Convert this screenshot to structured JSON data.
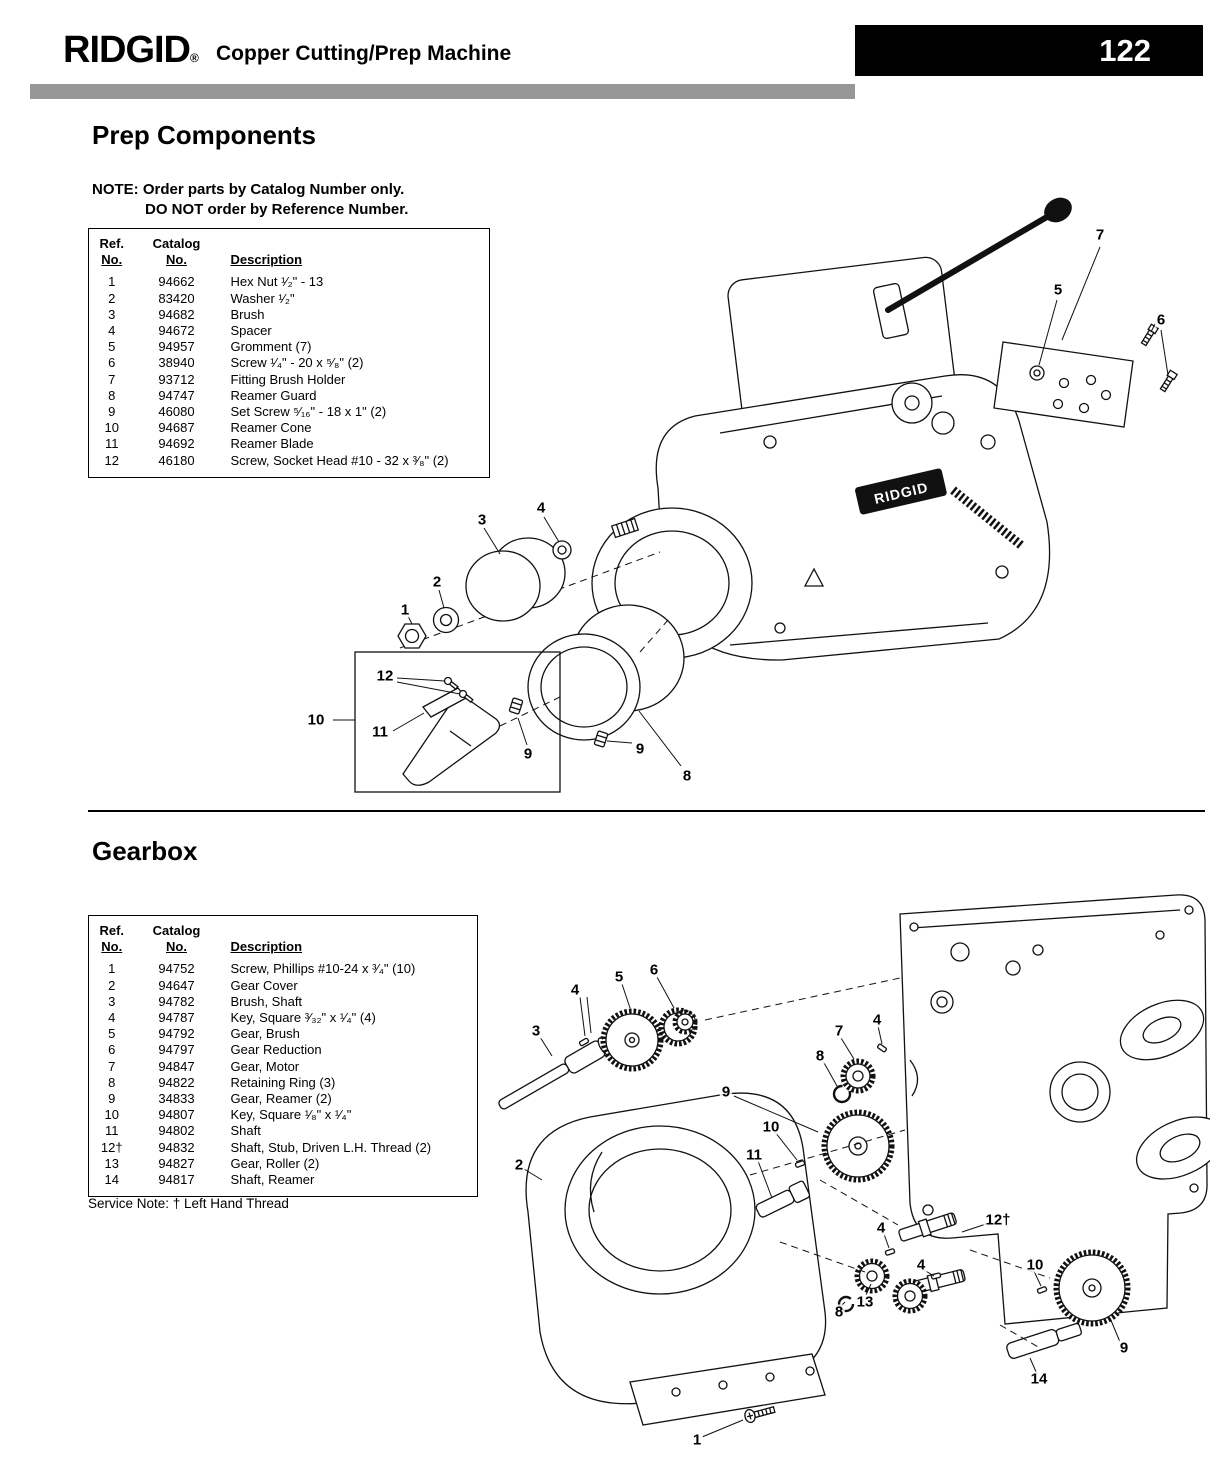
{
  "header": {
    "logo": "RIDGID",
    "logo_reg": "®",
    "title": "Copper Cutting/Prep Machine",
    "page_number": "122"
  },
  "prep": {
    "heading": "Prep Components",
    "note_line1": "NOTE: Order parts by Catalog Number only.",
    "note_line2": "DO NOT order by Reference Number.",
    "machine_label": "RIDGID",
    "table": {
      "headers": {
        "ref_top": "Ref.",
        "ref_bottom": "No.",
        "catalog_top": "Catalog",
        "catalog_bottom": "No.",
        "description": "Description"
      },
      "rows": [
        {
          "ref": "1",
          "catalog": "94662",
          "desc": "Hex Nut ¹⁄₂\" - 13"
        },
        {
          "ref": "2",
          "catalog": "83420",
          "desc": "Washer ¹⁄₂\""
        },
        {
          "ref": "3",
          "catalog": "94682",
          "desc": "Brush"
        },
        {
          "ref": "4",
          "catalog": "94672",
          "desc": "Spacer"
        },
        {
          "ref": "5",
          "catalog": "94957",
          "desc": "Gromment  (7)"
        },
        {
          "ref": "6",
          "catalog": "38940",
          "desc": "Screw ¹⁄₄\" - 20 x ⁵⁄₈\" (2)"
        },
        {
          "ref": "7",
          "catalog": "93712",
          "desc": "Fitting Brush Holder"
        },
        {
          "ref": "8",
          "catalog": "94747",
          "desc": "Reamer Guard"
        },
        {
          "ref": "9",
          "catalog": "46080",
          "desc": "Set Screw ⁵⁄₁₆\" - 18 x 1\" (2)"
        },
        {
          "ref": "10",
          "catalog": "94687",
          "desc": "Reamer Cone"
        },
        {
          "ref": "11",
          "catalog": "94692",
          "desc": "Reamer Blade"
        },
        {
          "ref": "12",
          "catalog": "46180",
          "desc": "Screw, Socket Head #10 - 32 x ³⁄₈\" (2)"
        }
      ]
    },
    "callouts": [
      "7",
      "5",
      "6",
      "3",
      "4",
      "2",
      "1",
      "12",
      "10",
      "11",
      "9",
      "9",
      "8"
    ]
  },
  "gearbox": {
    "heading": "Gearbox",
    "service_note": "Service Note: † Left Hand Thread",
    "table": {
      "headers": {
        "ref_top": "Ref.",
        "ref_bottom": "No.",
        "catalog_top": "Catalog",
        "catalog_bottom": "No.",
        "description": "Description"
      },
      "rows": [
        {
          "ref": "1",
          "catalog": "94752",
          "desc": "Screw, Phillips #10-24 x ³⁄₄\" (10)"
        },
        {
          "ref": "2",
          "catalog": "94647",
          "desc": "Gear Cover"
        },
        {
          "ref": "3",
          "catalog": "94782",
          "desc": "Brush, Shaft"
        },
        {
          "ref": "4",
          "catalog": "94787",
          "desc": "Key, Square ³⁄₃₂\" x ¹⁄₄\" (4)"
        },
        {
          "ref": "5",
          "catalog": "94792",
          "desc": "Gear, Brush"
        },
        {
          "ref": "6",
          "catalog": "94797",
          "desc": "Gear Reduction"
        },
        {
          "ref": "7",
          "catalog": "94847",
          "desc": "Gear, Motor"
        },
        {
          "ref": "8",
          "catalog": "94822",
          "desc": "Retaining Ring (3)"
        },
        {
          "ref": "9",
          "catalog": "34833",
          "desc": "Gear, Reamer (2)"
        },
        {
          "ref": "10",
          "catalog": "94807",
          "desc": "Key, Square ¹⁄₈\" x ¹⁄₄\""
        },
        {
          "ref": "11",
          "catalog": "94802",
          "desc": "Shaft"
        },
        {
          "ref": "12†",
          "catalog": "94832",
          "desc": "Shaft, Stub, Driven L.H. Thread (2)"
        },
        {
          "ref": "13",
          "catalog": "94827",
          "desc": "Gear, Roller (2)"
        },
        {
          "ref": "14",
          "catalog": "94817",
          "desc": "Shaft, Reamer"
        }
      ]
    },
    "callouts": [
      "4",
      "5",
      "6",
      "3",
      "7",
      "4",
      "8",
      "9",
      "10",
      "11",
      "2",
      "4",
      "12†",
      "4",
      "10",
      "13",
      "8",
      "9",
      "14",
      "1"
    ]
  }
}
